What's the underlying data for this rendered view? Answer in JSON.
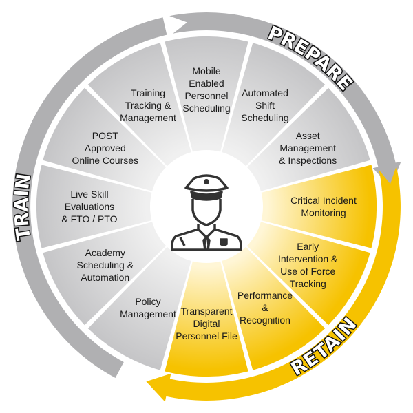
{
  "center_icon": "police-officer-icon",
  "phases": [
    {
      "id": "prepare",
      "label": "PREPARE",
      "color": "#b0b0b2"
    },
    {
      "id": "retain",
      "label": "RETAIN",
      "color": "#f6c200"
    },
    {
      "id": "train",
      "label": "TRAIN",
      "color": "#b0b0b2"
    }
  ],
  "segments": [
    {
      "lines": [
        "Mobile",
        "Enabled",
        "Personnel",
        "Scheduling"
      ],
      "phase": "prepare"
    },
    {
      "lines": [
        "Automated",
        "Shift",
        "Scheduling"
      ],
      "phase": "prepare"
    },
    {
      "lines": [
        "Asset",
        "Management",
        "& Inspections"
      ],
      "phase": "prepare"
    },
    {
      "lines": [
        "Critical Incident",
        "Monitoring"
      ],
      "phase": "retain"
    },
    {
      "lines": [
        "Early",
        "Intervention &",
        "Use of Force",
        "Tracking"
      ],
      "phase": "retain"
    },
    {
      "lines": [
        "Performance",
        "&",
        "Recognition"
      ],
      "phase": "retain"
    },
    {
      "lines": [
        "Transparent",
        "Digital",
        "Personnel File"
      ],
      "phase": "retain"
    },
    {
      "lines": [
        "Policy",
        "Management"
      ],
      "phase": "train"
    },
    {
      "lines": [
        "Academy",
        "Scheduling &",
        "Automation"
      ],
      "phase": "train"
    },
    {
      "lines": [
        "Live Skill",
        "Evaluations",
        "& FTO / PTO"
      ],
      "phase": "train"
    },
    {
      "lines": [
        "POST",
        "Approved",
        "Online Courses"
      ],
      "phase": "train"
    },
    {
      "lines": [
        "Training",
        "Tracking &",
        "Management"
      ],
      "phase": "train"
    }
  ]
}
